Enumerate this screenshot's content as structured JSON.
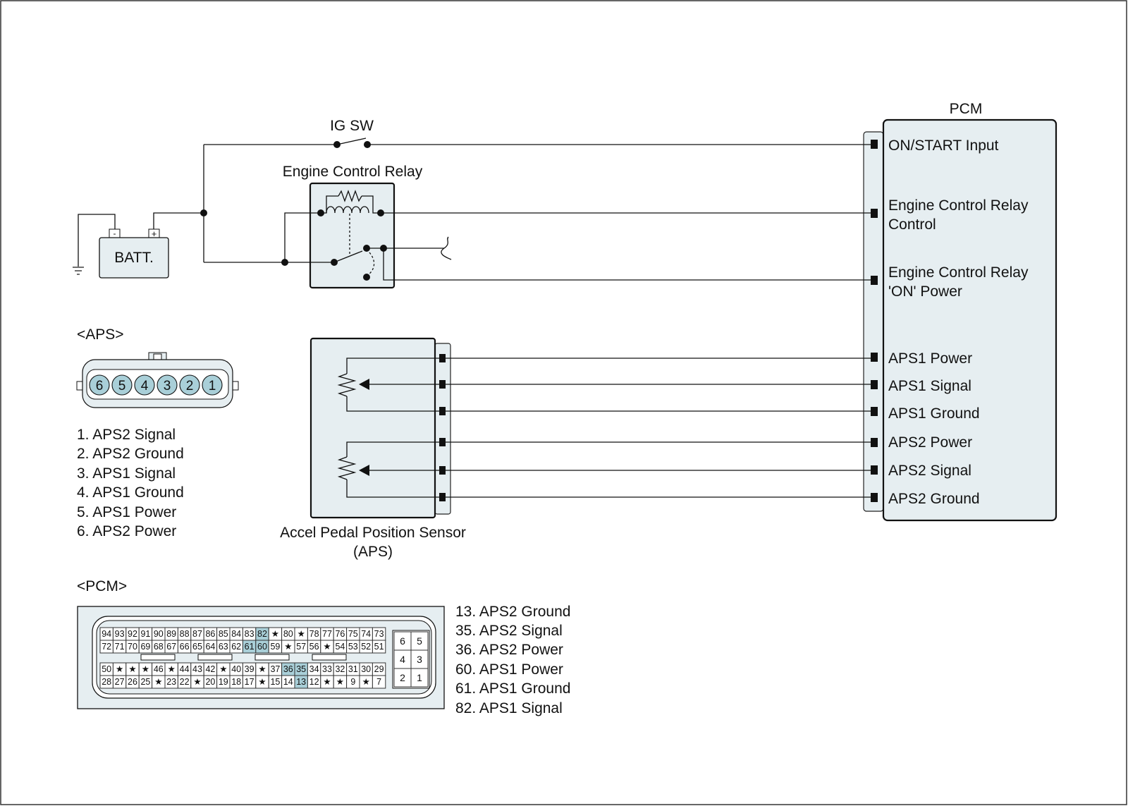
{
  "labels": {
    "pcm_title": "PCM",
    "ig_sw": "IG SW",
    "engine_control_relay": "Engine Control Relay",
    "battery": "BATT.",
    "battery_minus": "-",
    "battery_plus": "+",
    "aps_section": "<APS>",
    "pcm_section": "<PCM>",
    "aps_sensor_line1": "Accel Pedal Position Sensor",
    "aps_sensor_line2": "(APS)"
  },
  "pcm_terminals": [
    "ON/START Input",
    "Engine Control Relay",
    "Control",
    "Engine Control Relay",
    "'ON' Power",
    "APS1 Power",
    "APS1 Signal",
    "APS1 Ground",
    "APS2 Power",
    "APS2 Signal",
    "APS2 Ground"
  ],
  "aps_connector": {
    "pins": [
      "6",
      "5",
      "4",
      "3",
      "2",
      "1"
    ],
    "legend": [
      "1. APS2 Signal",
      "2. APS2 Ground",
      "3. APS1 Signal",
      "4. APS1 Ground",
      "5. APS1 Power",
      "6. APS2 Power"
    ]
  },
  "pcm_connector": {
    "row1": [
      "94",
      "93",
      "92",
      "91",
      "90",
      "89",
      "88",
      "87",
      "86",
      "85",
      "84",
      "83",
      "82",
      "★",
      "80",
      "★",
      "78",
      "77",
      "76",
      "75",
      "74",
      "73"
    ],
    "row2": [
      "72",
      "71",
      "70",
      "69",
      "68",
      "67",
      "66",
      "65",
      "64",
      "63",
      "62",
      "61",
      "60",
      "59",
      "★",
      "57",
      "56",
      "★",
      "54",
      "53",
      "52",
      "51"
    ],
    "row3": [
      "50",
      "★",
      "★",
      "★",
      "46",
      "★",
      "44",
      "43",
      "42",
      "★",
      "40",
      "39",
      "★",
      "37",
      "36",
      "35",
      "34",
      "33",
      "32",
      "31",
      "30",
      "29"
    ],
    "row4": [
      "28",
      "27",
      "26",
      "25",
      "★",
      "23",
      "22",
      "★",
      "20",
      "19",
      "18",
      "17",
      "★",
      "15",
      "14",
      "13",
      "12",
      "★",
      "★",
      "9",
      "★",
      "7"
    ],
    "highlighted": [
      "82",
      "61",
      "60",
      "36",
      "35",
      "13"
    ],
    "small_block": [
      "6",
      "5",
      "4",
      "3",
      "2",
      "1"
    ],
    "legend": [
      "13. APS2 Ground",
      "35. APS2 Signal",
      "36. APS2 Power",
      "60. APS1 Power",
      "61. APS1 Ground",
      "82. APS1 Signal"
    ]
  },
  "colors": {
    "component_fill": "#e6eef1",
    "pin_highlight": "#a9cfd8",
    "line": "#111111"
  }
}
